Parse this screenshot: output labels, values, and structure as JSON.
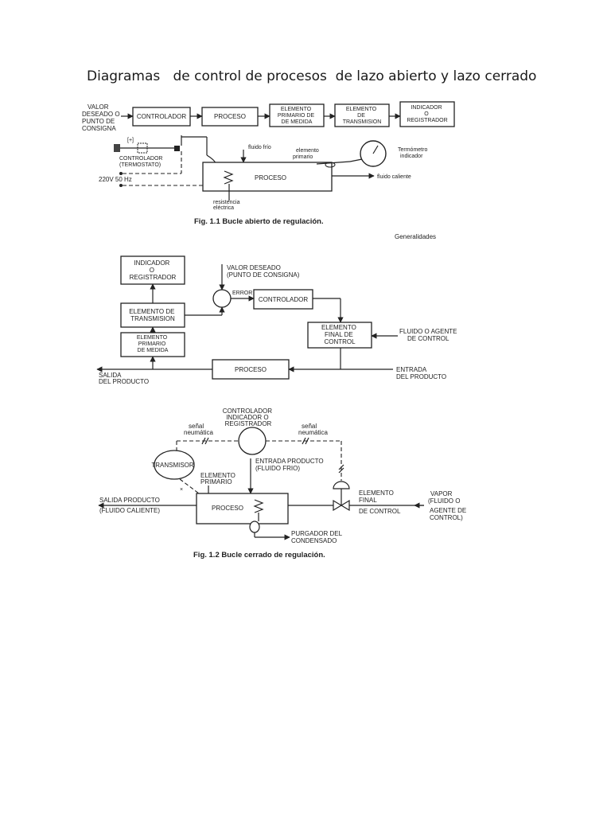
{
  "title": "Diagramas   de control de procesos  de lazo abierto y lazo cerrado",
  "fig1": {
    "input_label": [
      "VALOR",
      "DESEADO O",
      "PUNTO  DE",
      "CONSIGNA"
    ],
    "blocks": [
      [
        "CONTROLADOR"
      ],
      [
        "PROCESO"
      ],
      [
        "ELEMENTO",
        "PRIMARIO DE",
        "DE MEDIDA"
      ],
      [
        "ELEMENTO",
        "DE",
        "TRANSMISION"
      ],
      [
        "INDICADOR",
        "O",
        "REGISTRADOR"
      ]
    ],
    "controlador_label": [
      "CONTROLADOR",
      "(TERMOSTATO)"
    ],
    "supply_label": "220V  50 Hz",
    "fluido_frio": "fluido frío",
    "elemento_primario": [
      "elemento",
      "primario"
    ],
    "termometro": [
      "Termómetro",
      "indicador"
    ],
    "proceso": "PROCESO",
    "fluido_caliente": "fluido caliente",
    "resistencia": [
      "resistencia",
      "eléctrica"
    ],
    "caption": "Fig.  1.1    Bucle  abierto  de  regulación."
  },
  "fig2": {
    "indicador": [
      "INDICADOR",
      "O",
      "REGISTRADOR"
    ],
    "valor_deseado": [
      "VALOR DESEADO",
      "(PUNTO DE CONSIGNA)"
    ],
    "error": "ERROR",
    "controlador": "CONTROLADOR",
    "transmision": [
      "ELEMENTO DE",
      "TRANSMISION"
    ],
    "elemento_final": [
      "ELEMENTO",
      "FINAL  DE",
      "CONTROL"
    ],
    "fluido_agente": [
      "FLUIDO O AGENTE",
      "DE CONTROL"
    ],
    "primario": [
      "ELEMENTO",
      "PRIMARIO",
      "DE MEDIDA"
    ],
    "salida": [
      "SALIDA",
      "DEL PRODUCTO"
    ],
    "proceso": "PROCESO",
    "entrada": [
      "ENTRADA",
      "DEL PRODUCTO"
    ],
    "header_fragment": "Generalidades"
  },
  "fig3": {
    "controlador": [
      "CONTROLADOR",
      "INDICADOR  O",
      "REGISTRADOR"
    ],
    "senal_left": [
      "señal",
      "neumática"
    ],
    "senal_right": [
      "señal",
      "neumática"
    ],
    "transmisor": "TRANSMISOR",
    "entrada": [
      "ENTRADA PRODUCTO",
      "(FLUIDO FRIO)"
    ],
    "elemento_primario": [
      "ELEMENTO",
      "PRIMARIO"
    ],
    "salida": [
      "SALIDA PRODUCTO",
      "(FLUIDO CALIENTE)"
    ],
    "proceso": "PROCESO",
    "elemento_final": [
      "ELEMENTO",
      "FINAL",
      "DE CONTROL"
    ],
    "vapor": [
      "VAPOR",
      "(FLUIDO O",
      "AGENTE DE",
      "CONTROL)"
    ],
    "purgador": [
      "PURGADOR DEL",
      "CONDENSADO"
    ],
    "caption": "Fig.  1.2    Bucle  cerrado  de  regulación."
  }
}
